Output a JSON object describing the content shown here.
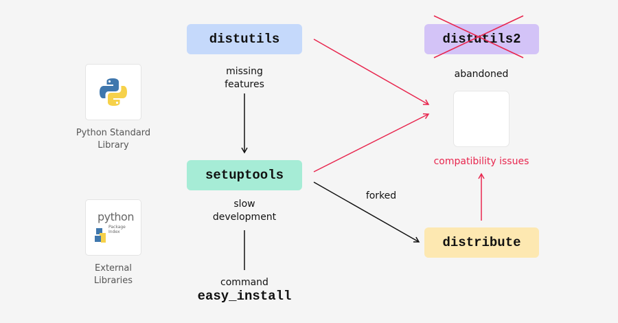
{
  "nodes": {
    "distutils": "distutils",
    "distutils2": "distutils2",
    "setuptools": "setuptools",
    "distribute": "distribute"
  },
  "labels": {
    "missing_features_1": "missing",
    "missing_features_2": "features",
    "abandoned": "abandoned",
    "compatibility_issues": "compatibility issues",
    "slow_development_1": "slow",
    "slow_development_2": "development",
    "forked": "forked",
    "command": "command",
    "easy_install": "easy_install"
  },
  "sidebar": {
    "stdlib_label_1": "Python Standard",
    "stdlib_label_2": "Library",
    "pypi_logo_text": "python",
    "pypi_logo_sub_1": "Package",
    "pypi_logo_sub_2": "Index",
    "external_label_1": "External",
    "external_label_2": "Libraries"
  },
  "colors": {
    "distutils_bg": "#c5d9fb",
    "distutils2_bg": "#d3c3f7",
    "setuptools_bg": "#a6ecd6",
    "distribute_bg": "#fde8b1",
    "red": "#e8264e",
    "black": "#111111"
  },
  "icons": {
    "python_logo": "python-logo-icon",
    "pypi_logo": "pypi-logo-icon",
    "empty_card": "blank-card"
  }
}
